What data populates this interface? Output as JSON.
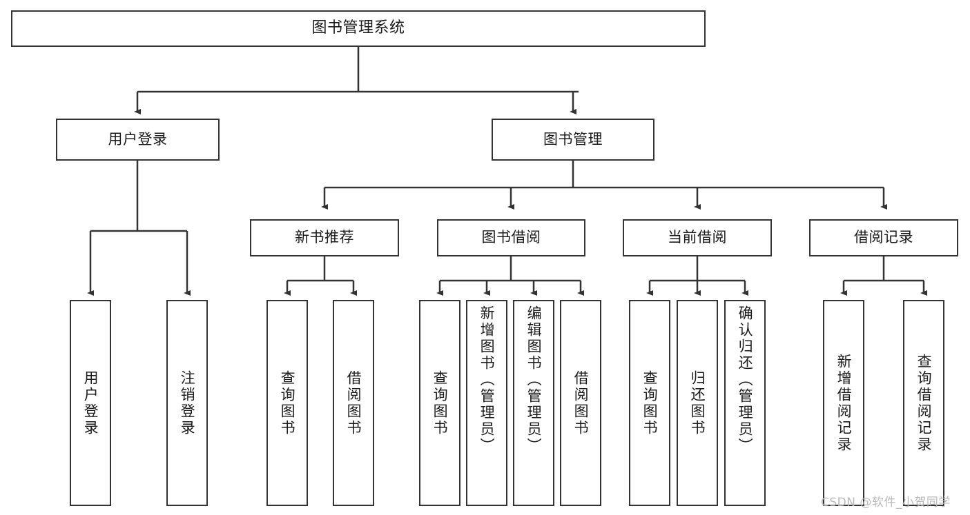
{
  "diagram": {
    "title": "图书管理系统",
    "type": "功能结构图",
    "root": {
      "id": "root",
      "label": "图书管理系统"
    },
    "level2": [
      {
        "id": "user-login",
        "label": "用户登录"
      },
      {
        "id": "book-manage",
        "label": "图书管理"
      }
    ],
    "level3": [
      {
        "id": "new-book-recommend",
        "label": "新书推荐",
        "parent": "book-manage"
      },
      {
        "id": "book-borrow",
        "label": "图书借阅",
        "parent": "book-manage"
      },
      {
        "id": "current-borrow",
        "label": "当前借阅",
        "parent": "book-manage"
      },
      {
        "id": "borrow-record",
        "label": "借阅记录",
        "parent": "book-manage"
      }
    ],
    "leaves": {
      "user_login": [
        {
          "id": "leaf-user-login",
          "label": "用户登录"
        },
        {
          "id": "leaf-logout",
          "label": "注销登录"
        }
      ],
      "new_book_recommend": [
        {
          "id": "leaf-query-book-1",
          "label": "查询图书"
        },
        {
          "id": "leaf-borrow-book-1",
          "label": "借阅图书"
        }
      ],
      "book_borrow": [
        {
          "id": "leaf-query-book-2",
          "label": "查询图书"
        },
        {
          "id": "leaf-add-book",
          "label": "新增图书（管理员）"
        },
        {
          "id": "leaf-edit-book",
          "label": "编辑图书（管理员）"
        },
        {
          "id": "leaf-borrow-book-2",
          "label": "借阅图书"
        }
      ],
      "current_borrow": [
        {
          "id": "leaf-query-book-3",
          "label": "查询图书"
        },
        {
          "id": "leaf-return-book",
          "label": "归还图书"
        },
        {
          "id": "leaf-confirm-return",
          "label": "确认归还（管理员）"
        }
      ],
      "borrow_record": [
        {
          "id": "leaf-add-record",
          "label": "新增借阅记录"
        },
        {
          "id": "leaf-query-record",
          "label": "查询借阅记录"
        }
      ]
    }
  },
  "watermark": {
    "text": "CSDN @软件_小贺同学"
  },
  "style": {
    "line_color": "#333333",
    "box_border": "#333333",
    "box_fill": "#ffffff",
    "text_color": "#1b1b1b",
    "watermark_color": "#b9b9b9"
  }
}
